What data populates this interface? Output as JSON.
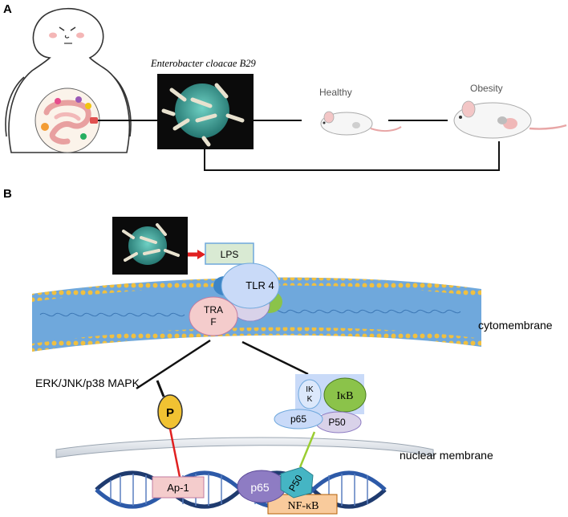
{
  "panel_a": {
    "label": "A",
    "bacterium_name": "Enterobacter cloacae B29",
    "healthy_label": "Healthy",
    "obesity_label": "Obesity"
  },
  "panel_b": {
    "label": "B",
    "lps": "LPS",
    "tlr4": "TLR 4",
    "traf_top": "TRA",
    "traf_bottom": "F",
    "cytomembrane": "cytomembrane",
    "mapk": "ERK/JNK/p38 MAPK",
    "phospho": "P",
    "ikk_top": "IK",
    "ikk_bottom": "K",
    "ikb": "IκB",
    "p65": "p65",
    "p50": "P50",
    "nuclear_membrane": "nuclear membrane",
    "ap1": "Ap-1",
    "p65_nuclear": "p65",
    "p50_nuclear": "P50",
    "nfkb": "NF-κB"
  },
  "colors": {
    "membrane_blue": "#6fa8dc",
    "lipid_head": "#f0c040",
    "lps_green": "#d9ead3",
    "tlr4_blue": "#c9daf8",
    "traf_pink": "#f4cccc",
    "ikb_green": "#8bc34a",
    "p50_lavender": "#d9d2e9",
    "phospho_yellow": "#f1c232",
    "ap1_pink": "#f4cccc",
    "p65_purple": "#8e7cc3",
    "p50_teal": "#45b5c4",
    "nfkb_peach": "#f9cb9c",
    "arrow_red": "#e02020",
    "line_green": "#9acd32"
  }
}
